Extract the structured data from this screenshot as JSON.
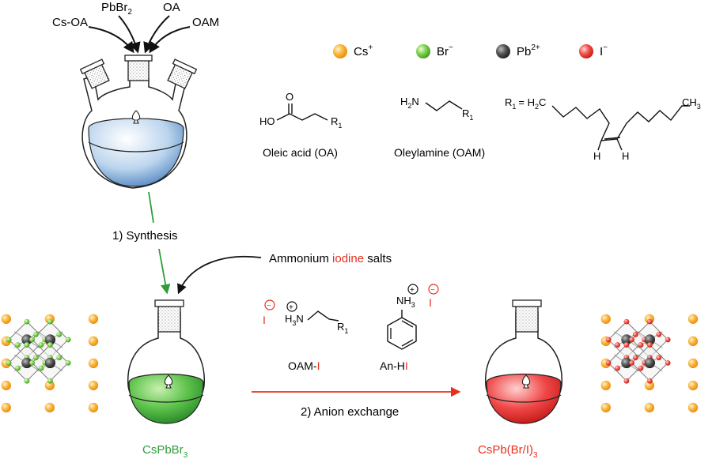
{
  "reagents": {
    "cs_oa": "Cs-OA",
    "pbbr_main": "PbBr",
    "pbbr_sub": "2",
    "oa": "OA",
    "oam": "OAM"
  },
  "legend": [
    {
      "label": "Cs",
      "sup": "+",
      "color": "#f6a31a"
    },
    {
      "label": "Br",
      "sup": "−",
      "color": "#6cc23a"
    },
    {
      "label": "Pb",
      "sup": "2+",
      "color": "#555555"
    },
    {
      "label": "I",
      "sup": "−",
      "color": "#ef3b36"
    }
  ],
  "molecules": {
    "oleic_acid_caption": "Oleic acid (OA)",
    "oleylamine_caption": "Oleylamine (OAM)",
    "ho": "HO",
    "o": "O",
    "h2n": "H",
    "h2n_sub": "2",
    "h2n_tail": "N",
    "r1": "R",
    "r1_sub": "1",
    "r1_def": "= H",
    "r1_def_sub": "2",
    "r1_def_tail": "C",
    "ch3": "CH",
    "ch3_sub": "3",
    "h_left": "H",
    "h_right": "H"
  },
  "steps": {
    "synthesis": "1) Synthesis",
    "anion_exchange": "2) Anion exchange",
    "salts_pre": "Ammonium ",
    "salts_highlight": "iodine",
    "salts_post": " salts"
  },
  "salts": {
    "oam_i_main": "OAM-",
    "oam_i_ion": "I",
    "an_hi_main": "An-H",
    "an_hi_ion": "I",
    "iodide": "I",
    "nh3": "NH",
    "nh3_sub": "3",
    "h3n": "H",
    "h3n_sub": "3",
    "h3n_tail": "N",
    "minus": "−",
    "plus": "+"
  },
  "products": {
    "start_main": "CsPbBr",
    "start_sub": "3",
    "end_main": "CsPb(Br/I)",
    "end_sub": "3"
  },
  "colors": {
    "green": "#2f9e3a",
    "red": "#e8301f",
    "flask_blue": "#bfd6ef",
    "flask_green": "#4cb84a",
    "flask_red": "#ef3b3b"
  }
}
